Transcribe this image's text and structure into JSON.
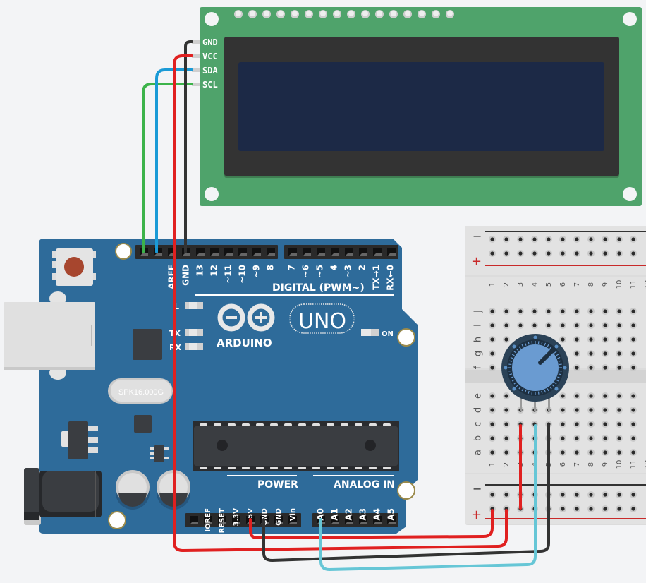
{
  "canvas": {
    "background": "#f3f4f6"
  },
  "lcd": {
    "name": "LCD 16x2 I2C",
    "pins": [
      "GND",
      "VCC",
      "SDA",
      "SCL"
    ],
    "top_header_holes": 16,
    "colors": {
      "board": "#4fa36b",
      "bezel": "#333333",
      "screen": "#1c2946"
    }
  },
  "arduino": {
    "logo_text": "ARDUINO",
    "model": "UNO",
    "crystal_label": "SPK16.000G",
    "on_label": "ON",
    "led_labels": [
      "L",
      "TX",
      "RX"
    ],
    "digital_header_label": "DIGITAL (PWM~)",
    "digital_pins_left": [
      "AREF",
      "GND",
      "13",
      "12",
      "~11",
      "~10",
      "~9",
      "8"
    ],
    "digital_pins_right": [
      "7",
      "~6",
      "~5",
      "4",
      "~3",
      "2",
      "TX→1",
      "RX←0"
    ],
    "power_header_label": "POWER",
    "power_pins": [
      "IOREF",
      "RESET",
      "3.3V",
      "5V",
      "GND",
      "GND",
      "Vin"
    ],
    "analog_header_label": "ANALOG IN",
    "analog_pins": [
      "A0",
      "A1",
      "A2",
      "A3",
      "A4",
      "A5"
    ],
    "colors": {
      "board": "#2e6b9a",
      "header": "#2a2a2a"
    }
  },
  "breadboard": {
    "rail_minus": "−",
    "rail_plus": "+",
    "row_letters_top": [
      "j",
      "i",
      "h",
      "g",
      "f"
    ],
    "row_letters_bottom": [
      "e",
      "d",
      "c",
      "b",
      "a"
    ],
    "column_numbers": [
      "1",
      "2",
      "3",
      "4",
      "5",
      "6",
      "7",
      "8",
      "9",
      "10",
      "11",
      "12"
    ]
  },
  "potentiometer": {
    "name": "Potentiometer",
    "knob_color": "#6a9bd1"
  },
  "wires": [
    {
      "from": "LCD GND",
      "to": "Arduino GND (digital)",
      "color": "#333333"
    },
    {
      "from": "LCD VCC",
      "to": "Breadboard + rail",
      "color": "#e02020"
    },
    {
      "from": "LCD SDA",
      "to": "Arduino SDA",
      "color": "#1a9ad6"
    },
    {
      "from": "LCD SCL",
      "to": "Arduino SCL",
      "color": "#3cb34a"
    },
    {
      "from": "Arduino 5V",
      "to": "Breadboard + rail",
      "color": "#e02020"
    },
    {
      "from": "Arduino GND",
      "to": "Potentiometer pin 3",
      "color": "#333333"
    },
    {
      "from": "Arduino A0",
      "to": "Potentiometer wiper",
      "color": "#66c6d6"
    },
    {
      "from": "Breadboard + rail",
      "to": "Potentiometer pin 1",
      "color": "#e02020"
    }
  ]
}
